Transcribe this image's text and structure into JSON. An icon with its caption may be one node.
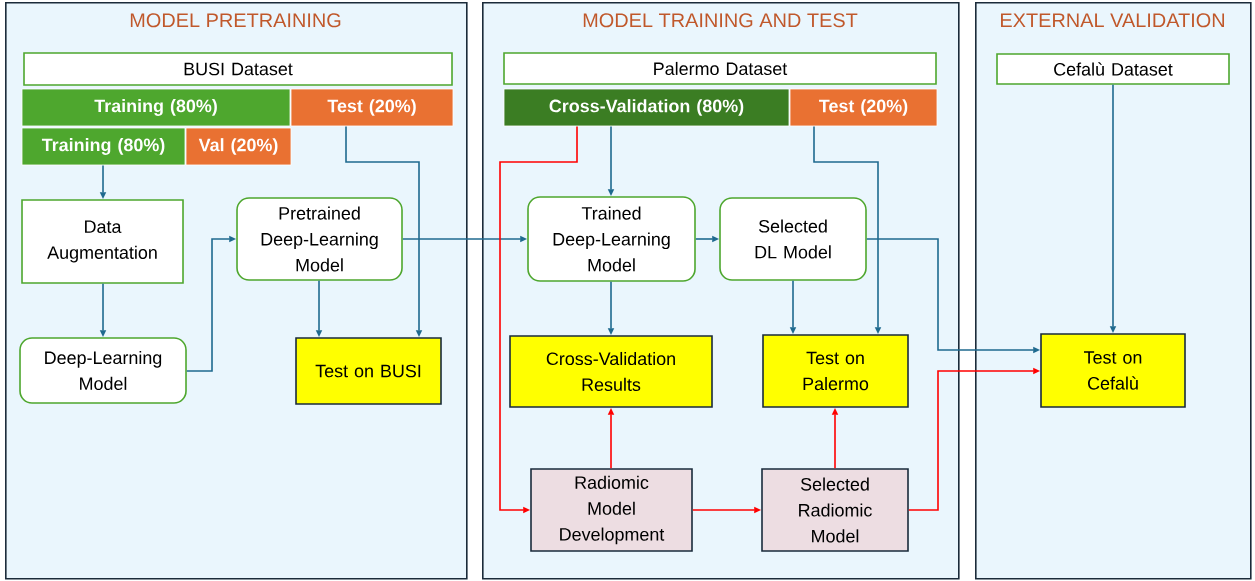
{
  "diagram": {
    "nodes": [
      {
        "text": [
          "MODEL PRETRAINING"
        ]
      },
      {
        "text": [
          "MODEL TRAINING AND TEST"
        ]
      },
      {
        "text": [
          "EXTERNAL VALIDATION"
        ]
      },
      {
        "text": [
          "BUSI Dataset"
        ],
        "in": 0
      },
      {
        "text": [
          "Training (80%)"
        ],
        "in": 0
      },
      {
        "text": [
          "Test (20%)"
        ],
        "in": 0
      },
      {
        "text": [
          "Training (80%)"
        ],
        "in": 0
      },
      {
        "text": [
          "Val (20%)"
        ],
        "in": 0
      },
      {
        "text": [
          "Data Augmentation"
        ],
        "in": 0
      },
      {
        "text": [
          "Deep-Learning Model"
        ],
        "in": 0
      },
      {
        "text": [
          "Pretrained Deep-Learning Model"
        ],
        "in": 0
      },
      {
        "text": [
          "Test on BUSI"
        ],
        "in": 0
      },
      {
        "text": [
          "Palermo Dataset"
        ],
        "in": 1
      },
      {
        "text": [
          "Cross-Validation (80%)"
        ],
        "in": 1
      },
      {
        "text": [
          "Test (20%)"
        ],
        "in": 1
      },
      {
        "text": [
          "Trained Deep-Learning Model"
        ],
        "in": 1
      },
      {
        "text": [
          "Selected DL Model"
        ],
        "in": 1
      },
      {
        "text": [
          "Cross-Validation Results"
        ],
        "in": 1
      },
      {
        "text": [
          "Test on Palermo"
        ],
        "in": 1
      },
      {
        "text": [
          "Radiomic Model Development"
        ],
        "in": 1
      },
      {
        "text": [
          "Selected Radiomic Model"
        ],
        "in": 1
      },
      {
        "text": [
          "Cefalù Dataset"
        ],
        "in": 2
      },
      {
        "text": [
          "Test on Cefalù"
        ],
        "in": 2
      }
    ],
    "edges": [
      {
        "from": 6,
        "to": 8,
        "arrow": "to"
      },
      {
        "from": 8,
        "to": 9,
        "arrow": "to"
      },
      {
        "from": 9,
        "to": 10,
        "arrow": "to"
      },
      {
        "from": 5,
        "to": 11,
        "arrow": "to"
      },
      {
        "from": 10,
        "to": 11,
        "arrow": "to"
      },
      {
        "from": 10,
        "to": 15,
        "arrow": "to"
      },
      {
        "from": 13,
        "to": 15,
        "arrow": "to"
      },
      {
        "from": 13,
        "to": 19,
        "arrow": "to",
        "color": "#ff0000"
      },
      {
        "from": 15,
        "to": 16,
        "arrow": "to"
      },
      {
        "from": 15,
        "to": 17,
        "arrow": "to"
      },
      {
        "from": 14,
        "to": 18,
        "arrow": "to"
      },
      {
        "from": 16,
        "to": 18,
        "arrow": "to"
      },
      {
        "from": 16,
        "to": 22,
        "arrow": "to"
      },
      {
        "from": 19,
        "to": 17,
        "arrow": "to",
        "color": "#ff0000"
      },
      {
        "from": 19,
        "to": 20,
        "arrow": "to",
        "color": "#ff0000"
      },
      {
        "from": 20,
        "to": 18,
        "arrow": "to",
        "color": "#ff0000"
      },
      {
        "from": 20,
        "to": 22,
        "arrow": "to",
        "color": "#ff0000"
      },
      {
        "from": 21,
        "to": 22,
        "arrow": "to"
      }
    ]
  }
}
